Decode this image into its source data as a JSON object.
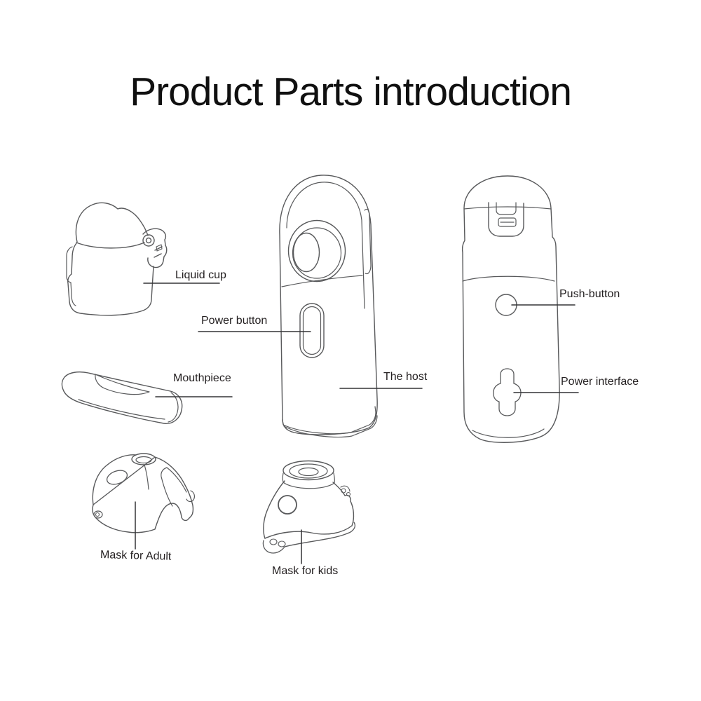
{
  "title": "Product Parts introduction",
  "colors": {
    "background": "#ffffff",
    "drawing_line": "#58595b",
    "leader_line": "#333336",
    "label_text": "#231f20",
    "title_text": "#101010"
  },
  "parts": [
    {
      "id": "liquid-cup",
      "label": "Liquid cup",
      "drawing": "liquid-cup-drawing"
    },
    {
      "id": "power-button",
      "label": "Power button",
      "drawing": "host-front-drawing"
    },
    {
      "id": "mouthpiece",
      "label": "Mouthpiece",
      "drawing": "mouthpiece-drawing"
    },
    {
      "id": "the-host",
      "label": "The host",
      "drawing": "host-front-drawing"
    },
    {
      "id": "push-button",
      "label": "Push-button",
      "drawing": "host-back-drawing"
    },
    {
      "id": "power-interface",
      "label": "Power interface",
      "drawing": "host-back-drawing"
    },
    {
      "id": "mask-for-adult",
      "label": "Mask for Adult",
      "drawing": "adult-mask-drawing"
    },
    {
      "id": "mask-for-kids",
      "label": "Mask for kids",
      "drawing": "kids-mask-drawing"
    }
  ]
}
